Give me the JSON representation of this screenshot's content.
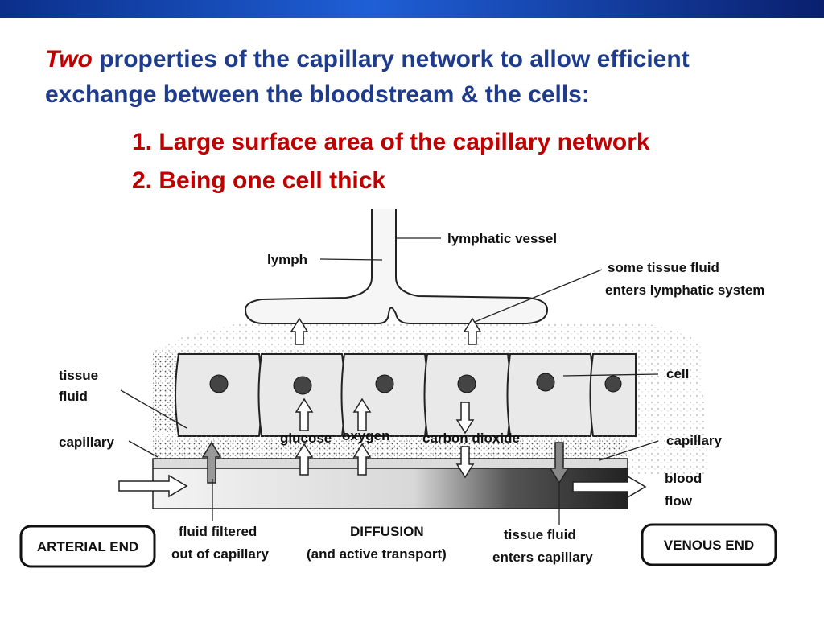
{
  "title": {
    "emphasis": "Two",
    "rest": " properties of the capillary network to allow efficient exchange between the bloodstream & the cells:"
  },
  "points": [
    {
      "number": "1.",
      "text": "Large surface area of the capillary network"
    },
    {
      "number": "2.",
      "text": " Being one cell thick"
    }
  ],
  "diagram": {
    "labels": {
      "lymphatic_vessel": "lymphatic vessel",
      "lymph": "lymph",
      "some_tissue_fluid_1": "some tissue fluid",
      "some_tissue_fluid_2": "enters lymphatic system",
      "tissue_fluid_1": "tissue",
      "tissue_fluid_2": "fluid",
      "cell": "cell",
      "capillary_left": "capillary",
      "capillary_right": "capillary",
      "glucose": "glucose",
      "oxygen": "oxygen",
      "carbon_dioxide": "carbon dioxide",
      "blood_flow_1": "blood",
      "blood_flow_2": "flow",
      "fluid_filtered_1": "fluid filtered",
      "fluid_filtered_2": "out of capillary",
      "diffusion_1": "DIFFUSION",
      "diffusion_2": "(and active transport)",
      "tissue_fluid_enters_1": "tissue fluid",
      "tissue_fluid_enters_2": "enters capillary"
    },
    "arterial_end": "ARTERIAL END",
    "venous_end": "VENOUS END"
  },
  "colors": {
    "title_blue": "#1f3c8c",
    "accent_red": "#c00000",
    "top_bar": "#1f5fd6"
  }
}
